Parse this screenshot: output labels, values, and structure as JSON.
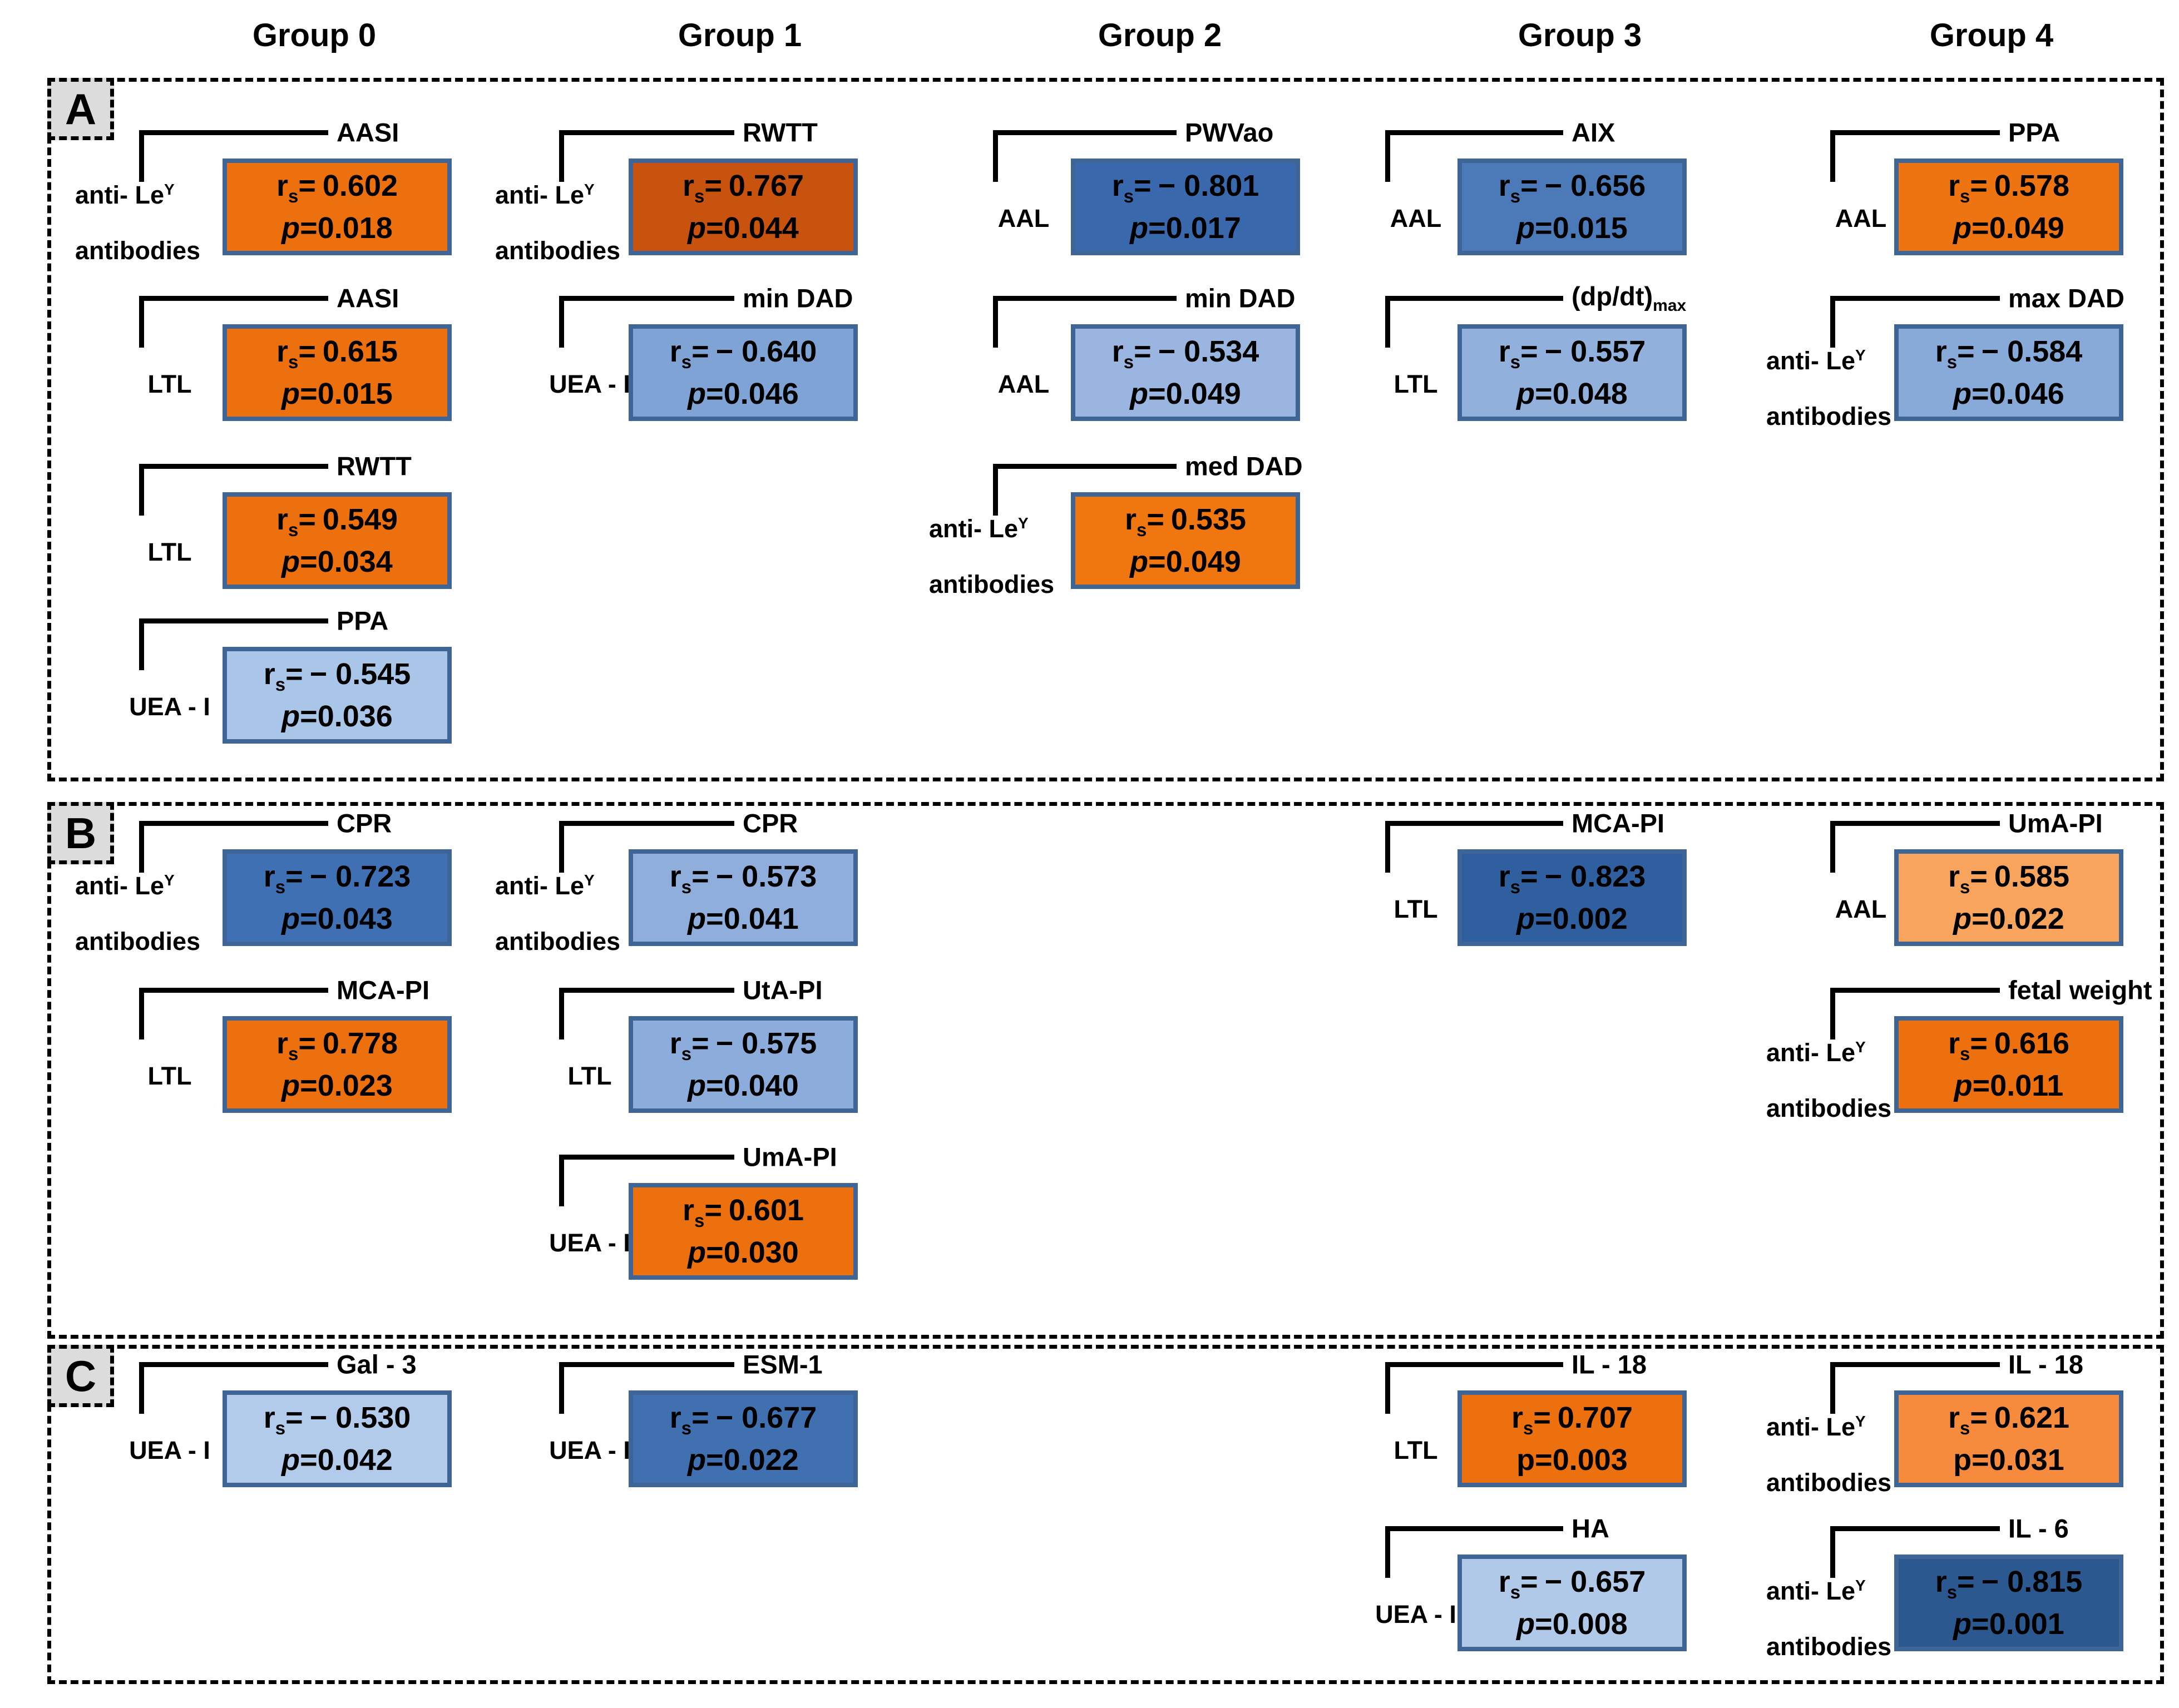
{
  "figure": {
    "headers": [
      {
        "label": "Group 0"
      },
      {
        "label": "Group 1"
      },
      {
        "label": "Group 2"
      },
      {
        "label": "Group 3"
      },
      {
        "label": "Group 4"
      }
    ],
    "panels": [
      {
        "label": "A"
      },
      {
        "label": "B"
      },
      {
        "label": "C"
      }
    ],
    "symbols": {
      "r_prefix": "r",
      "r_subscript": "s",
      "p_prefix": "p",
      "equals": "="
    },
    "sources": {
      "anti_ley": {
        "line1_main": "anti- Le",
        "line1_sup": "Y",
        "line2": "antibodies"
      },
      "ltl": {
        "line1_main": "LTL"
      },
      "aal": {
        "line1_main": "AAL"
      },
      "uea": {
        "line1_main": "UEA - I"
      }
    },
    "colors": {
      "box_border": "#3F6596",
      "panel_label_bg": "#DCDCDC",
      "bracket_line": "#000000",
      "positive_orange": "#ED700F",
      "strong_positive_dark_orange": "#C7530E",
      "weak_positive_light_orange": "#F9A45C",
      "negative_medium_blue": "#3F70B4",
      "negative_light_blue": "#8CACDB",
      "negative_very_light_blue": "#AFC8E8",
      "strong_negative_dark_blue": "#2F5F9F"
    },
    "entries": [
      {
        "panel": "A",
        "group": 0,
        "row": 0,
        "source": "anti_ley",
        "target": "AASI",
        "r": "0.602",
        "p": "0.018",
        "fill": "#ED700F"
      },
      {
        "panel": "A",
        "group": 1,
        "row": 0,
        "source": "anti_ley",
        "target": "RWTT",
        "r": "0.767",
        "p": "0.044",
        "fill": "#C7530E"
      },
      {
        "panel": "A",
        "group": 2,
        "row": 0,
        "source": "aal",
        "target": "PWVao",
        "r": "− 0.801",
        "p": "0.017",
        "fill": "#3A68AC"
      },
      {
        "panel": "A",
        "group": 3,
        "row": 0,
        "source": "aal",
        "target": "AIX",
        "r": "− 0.656",
        "p": "0.015",
        "fill": "#4C7AB8"
      },
      {
        "panel": "A",
        "group": 4,
        "row": 0,
        "source": "aal",
        "target": "PPA",
        "r": "0.578",
        "p": "0.049",
        "fill": "#EE7311"
      },
      {
        "panel": "A",
        "group": 0,
        "row": 1,
        "source": "ltl",
        "target": "AASI",
        "r": "0.615",
        "p": "0.015",
        "fill": "#ED700F"
      },
      {
        "panel": "A",
        "group": 1,
        "row": 1,
        "source": "uea",
        "target": "min DAD",
        "r": "− 0.640",
        "p": "0.046",
        "fill": "#7FA3D4"
      },
      {
        "panel": "A",
        "group": 2,
        "row": 1,
        "source": "aal",
        "target": "min DAD",
        "r": "− 0.534",
        "p": "0.049",
        "fill": "#9AB5DF"
      },
      {
        "panel": "A",
        "group": 3,
        "row": 1,
        "source": "ltl",
        "target": "(dp/dt)",
        "target_sub": "max",
        "r": "− 0.557",
        "p": "0.048",
        "fill": "#92B0DC"
      },
      {
        "panel": "A",
        "group": 4,
        "row": 1,
        "source": "anti_ley",
        "target": "max DAD",
        "r": "− 0.584",
        "p": "0.046",
        "fill": "#88AAD9"
      },
      {
        "panel": "A",
        "group": 0,
        "row": 2,
        "source": "ltl",
        "target": "RWTT",
        "r": "0.549",
        "p": "0.034",
        "fill": "#ED700F"
      },
      {
        "panel": "A",
        "group": 2,
        "row": 2,
        "source": "anti_ley",
        "target": "med DAD",
        "r": "0.535",
        "p": "0.049",
        "fill": "#F0770F"
      },
      {
        "panel": "A",
        "group": 0,
        "row": 3,
        "source": "uea",
        "target": "PPA",
        "r": "− 0.545",
        "p": "0.036",
        "fill": "#A9C6E8"
      },
      {
        "panel": "B",
        "group": 0,
        "row": 0,
        "source": "anti_ley",
        "target": "CPR",
        "r": "− 0.723",
        "p": "0.043",
        "fill": "#3F70B4"
      },
      {
        "panel": "B",
        "group": 1,
        "row": 0,
        "source": "anti_ley",
        "target": "CPR",
        "r": "− 0.573",
        "p": "0.041",
        "fill": "#8FAEDC"
      },
      {
        "panel": "B",
        "group": 3,
        "row": 0,
        "source": "ltl",
        "target": "MCA-PI",
        "r": "− 0.823",
        "p": "0.002",
        "fill": "#2F5F9F"
      },
      {
        "panel": "B",
        "group": 4,
        "row": 0,
        "source": "aal",
        "target": "UmA-PI",
        "r": "0.585",
        "p": "0.022",
        "fill": "#F9A45C"
      },
      {
        "panel": "B",
        "group": 0,
        "row": 1,
        "source": "ltl",
        "target": "MCA-PI",
        "r": "0.778",
        "p": "0.023",
        "fill": "#ED700F"
      },
      {
        "panel": "B",
        "group": 1,
        "row": 1,
        "source": "ltl",
        "target": "UtA-PI",
        "r": "− 0.575",
        "p": "0.040",
        "fill": "#8CACDB"
      },
      {
        "panel": "B",
        "group": 4,
        "row": 1,
        "source": "anti_ley",
        "target": "fetal weight",
        "r": "0.616",
        "p": "0.011",
        "fill": "#ED700F"
      },
      {
        "panel": "B",
        "group": 1,
        "row": 2,
        "source": "uea",
        "target": "UmA-PI",
        "r": "0.601",
        "p": "0.030",
        "fill": "#ED700F"
      },
      {
        "panel": "C",
        "group": 0,
        "row": 0,
        "source": "uea",
        "target": "Gal - 3",
        "r": "− 0.530",
        "p": "0.042",
        "fill": "#B3CBEA"
      },
      {
        "panel": "C",
        "group": 1,
        "row": 0,
        "source": "uea",
        "target": "ESM-1",
        "r": "− 0.677",
        "p": "0.022",
        "fill": "#4070AF"
      },
      {
        "panel": "C",
        "group": 3,
        "row": 0,
        "source": "ltl",
        "target": "IL - 18",
        "r": "0.707",
        "p": "0.003",
        "fill": "#ED700F",
        "p_italic": false
      },
      {
        "panel": "C",
        "group": 4,
        "row": 0,
        "source": "anti_ley",
        "target": "IL - 18",
        "r": "0.621",
        "p": "0.031",
        "fill": "#F78B3D",
        "p_italic": false
      },
      {
        "panel": "C",
        "group": 3,
        "row": 1,
        "source": "uea",
        "target": "HA",
        "r": "− 0.657",
        "p": "0.008",
        "fill": "#B0C9E9"
      },
      {
        "panel": "C",
        "group": 4,
        "row": 1,
        "source": "anti_ley",
        "target": "IL - 6",
        "r": "− 0.815",
        "p": "0.001",
        "fill": "#2C5890"
      }
    ]
  }
}
